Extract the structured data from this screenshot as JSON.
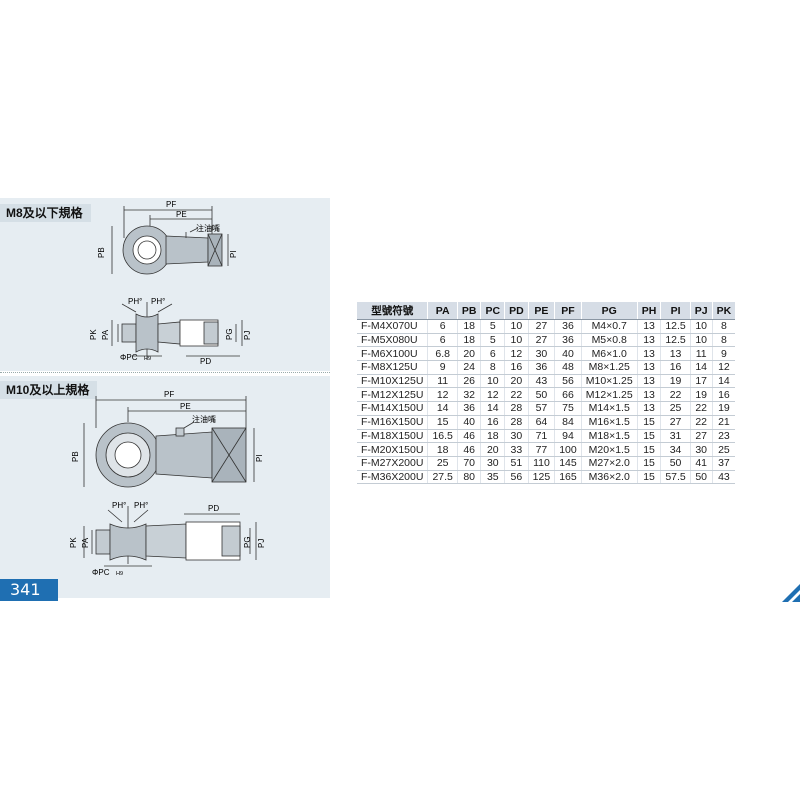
{
  "sections": {
    "small": {
      "title": "M8及以下規格"
    },
    "large": {
      "title": "M10及以上規格"
    }
  },
  "drawing_labels": {
    "pf": "PF",
    "pe": "PE",
    "pb": "PB",
    "pi": "PI",
    "grease": "注油嘴",
    "ph": "PH°",
    "pk": "PK",
    "pa": "PA",
    "pg": "PG",
    "pj": "PJ",
    "pc": "ΦPC",
    "h9": "H9",
    "pd": "PD"
  },
  "page_number": "341",
  "colors": {
    "accent": "#1f6fb2",
    "panel": "#e6edf2",
    "header": "#d6dde6"
  },
  "table": {
    "headers": [
      "型號符號",
      "PA",
      "PB",
      "PC",
      "PD",
      "PE",
      "PF",
      "PG",
      "PH",
      "PI",
      "PJ",
      "PK"
    ],
    "rows": [
      [
        "F-M4X070U",
        "6",
        "18",
        "5",
        "10",
        "27",
        "36",
        "M4×0.7",
        "13",
        "12.5",
        "10",
        "8"
      ],
      [
        "F-M5X080U",
        "6",
        "18",
        "5",
        "10",
        "27",
        "36",
        "M5×0.8",
        "13",
        "12.5",
        "10",
        "8"
      ],
      [
        "F-M6X100U",
        "6.8",
        "20",
        "6",
        "12",
        "30",
        "40",
        "M6×1.0",
        "13",
        "13",
        "11",
        "9"
      ],
      [
        "F-M8X125U",
        "9",
        "24",
        "8",
        "16",
        "36",
        "48",
        "M8×1.25",
        "13",
        "16",
        "14",
        "12"
      ],
      [
        "F-M10X125U",
        "11",
        "26",
        "10",
        "20",
        "43",
        "56",
        "M10×1.25",
        "13",
        "19",
        "17",
        "14"
      ],
      [
        "F-M12X125U",
        "12",
        "32",
        "12",
        "22",
        "50",
        "66",
        "M12×1.25",
        "13",
        "22",
        "19",
        "16"
      ],
      [
        "F-M14X150U",
        "14",
        "36",
        "14",
        "28",
        "57",
        "75",
        "M14×1.5",
        "13",
        "25",
        "22",
        "19"
      ],
      [
        "F-M16X150U",
        "15",
        "40",
        "16",
        "28",
        "64",
        "84",
        "M16×1.5",
        "15",
        "27",
        "22",
        "21"
      ],
      [
        "F-M18X150U",
        "16.5",
        "46",
        "18",
        "30",
        "71",
        "94",
        "M18×1.5",
        "15",
        "31",
        "27",
        "23"
      ],
      [
        "F-M20X150U",
        "18",
        "46",
        "20",
        "33",
        "77",
        "100",
        "M20×1.5",
        "15",
        "34",
        "30",
        "25"
      ],
      [
        "F-M27X200U",
        "25",
        "70",
        "30",
        "51",
        "110",
        "145",
        "M27×2.0",
        "15",
        "50",
        "41",
        "37"
      ],
      [
        "F-M36X200U",
        "27.5",
        "80",
        "35",
        "56",
        "125",
        "165",
        "M36×2.0",
        "15",
        "57.5",
        "50",
        "43"
      ]
    ]
  }
}
